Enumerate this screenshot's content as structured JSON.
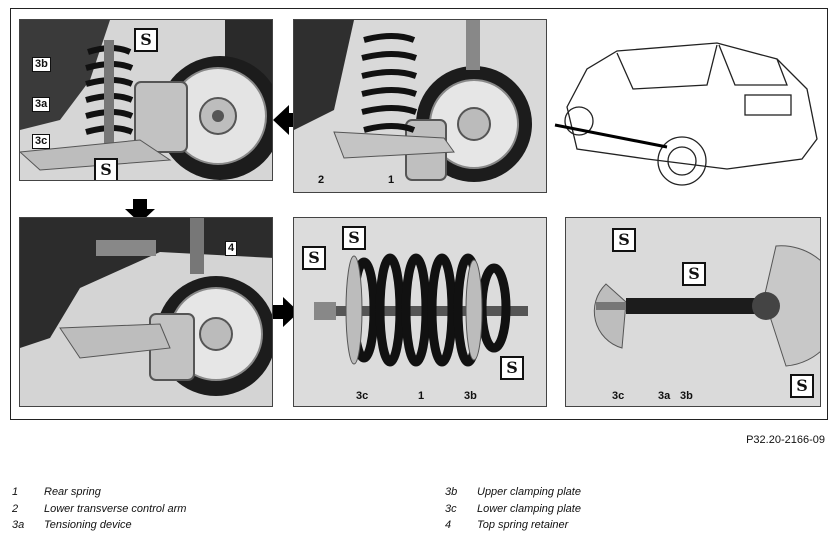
{
  "callouts": {
    "p1_3b": "3b",
    "p1_3a": "3a",
    "p1_3c": "3c",
    "p2_2": "2",
    "p2_1": "1",
    "p4_4": "4",
    "p5_3c": "3c",
    "p5_1": "1",
    "p5_3b": "3b",
    "p6_3c": "3c",
    "p6_3a": "3a",
    "p6_3b": "3b"
  },
  "tool_icon": "S",
  "reference_code": "P32.20-2166-09",
  "legend": [
    {
      "num": "1",
      "text": "Rear spring"
    },
    {
      "num": "2",
      "text": "Lower transverse control arm"
    },
    {
      "num": "3a",
      "text": "Tensioning device"
    },
    {
      "num": "3b",
      "text": "Upper clamping plate"
    },
    {
      "num": "3c",
      "text": "Lower clamping plate"
    },
    {
      "num": "4",
      "text": "Top spring retainer"
    }
  ],
  "colors": {
    "photo_bg": "#cfcfcf",
    "dark": "#1a1a1a",
    "arrow": "#000000"
  }
}
